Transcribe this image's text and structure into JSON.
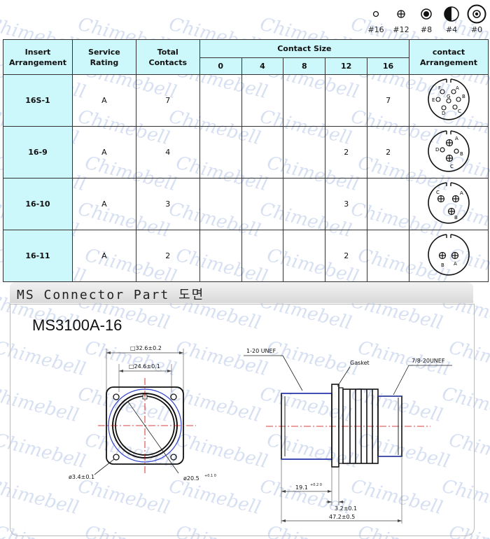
{
  "legend": [
    {
      "label": "#16",
      "icon": "contact-16-icon"
    },
    {
      "label": "#12",
      "icon": "contact-12-icon"
    },
    {
      "label": "#8",
      "icon": "contact-8-icon"
    },
    {
      "label": "#4",
      "icon": "contact-4-icon"
    },
    {
      "label": "#0",
      "icon": "contact-0-icon"
    }
  ],
  "table": {
    "headers": {
      "insert": "Insert Arrangement",
      "service": "Service Rating",
      "total": "Total Contacts",
      "size": "Contact Size",
      "arrangement": "contact Arrangement"
    },
    "sizes": [
      "0",
      "4",
      "8",
      "12",
      "16"
    ],
    "rows": [
      {
        "insert": "16S-1",
        "service": "A",
        "total": "7",
        "c0": "",
        "c4": "",
        "c8": "",
        "c12": "",
        "c16": "7"
      },
      {
        "insert": "16-9",
        "service": "A",
        "total": "4",
        "c0": "",
        "c4": "",
        "c8": "",
        "c12": "2",
        "c16": "2"
      },
      {
        "insert": "16-10",
        "service": "A",
        "total": "3",
        "c0": "",
        "c4": "",
        "c8": "",
        "c12": "3",
        "c16": ""
      },
      {
        "insert": "16-11",
        "service": "A",
        "total": "2",
        "c0": "",
        "c4": "",
        "c8": "",
        "c12": "2",
        "c16": ""
      }
    ]
  },
  "pins": {
    "r1": [
      "A",
      "B",
      "C",
      "D",
      "E",
      "F",
      "G"
    ],
    "r2": [
      "A",
      "B",
      "C",
      "D"
    ],
    "r3": [
      "A",
      "B",
      "C"
    ],
    "r4": [
      "A",
      "B"
    ]
  },
  "banner": "MS Connector Part 도면",
  "model": "MS3100A-16",
  "dims": {
    "outer": "□32.6±0.2",
    "inner": "□24.6±0.1",
    "hole": "ø3.4±0.1",
    "bore": "ø20.5",
    "bore_tol": "+0.1 0",
    "thread1": "1-20 UNEF",
    "gasket": "Gasket",
    "thread2": "7/8-20UNEF",
    "len1": "19.1",
    "len1_tol": "+0.2 0",
    "gasket_thk": "3.2±0.1",
    "total_len": "47.2±0.5"
  },
  "watermark": "Chimebell",
  "colors": {
    "header_bg": "#ccf7fb",
    "watermark": "#c9d6ee",
    "center_line": "#cc0000",
    "blue_line": "#3344cc"
  }
}
